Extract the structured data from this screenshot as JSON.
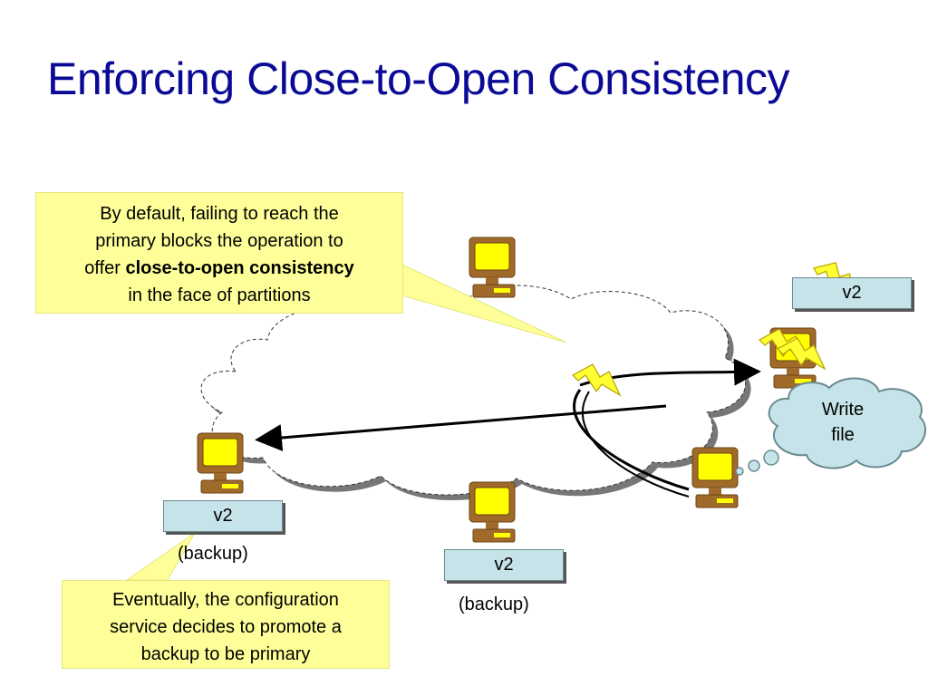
{
  "title": "Enforcing Close-to-Open Consistency",
  "callout_top": {
    "line1": "By default, failing to reach the",
    "line2": "primary blocks the operation to",
    "line3_prefix": "offer ",
    "line3_bold": "close-to-open consistency",
    "line4": "in the face of partitions"
  },
  "callout_bottom": {
    "line1": "Eventually, the configuration",
    "line2": "service decides to promote a",
    "line3": "backup to be primary"
  },
  "nodes": {
    "left_label": "v2",
    "left_caption": "(backup)",
    "bottom_label": "v2",
    "bottom_caption": "(backup)",
    "right_label": "v2"
  },
  "thought": {
    "line1": "Write",
    "line2": "file"
  },
  "colors": {
    "title": "#0a0a96",
    "callout": "#ffff99",
    "label_box": "#c5e3e8",
    "computer_case": "#a06a2a",
    "computer_screen": "#ffff00",
    "lightning": "#ffff33",
    "thought_cloud": "#c5e3e8"
  }
}
